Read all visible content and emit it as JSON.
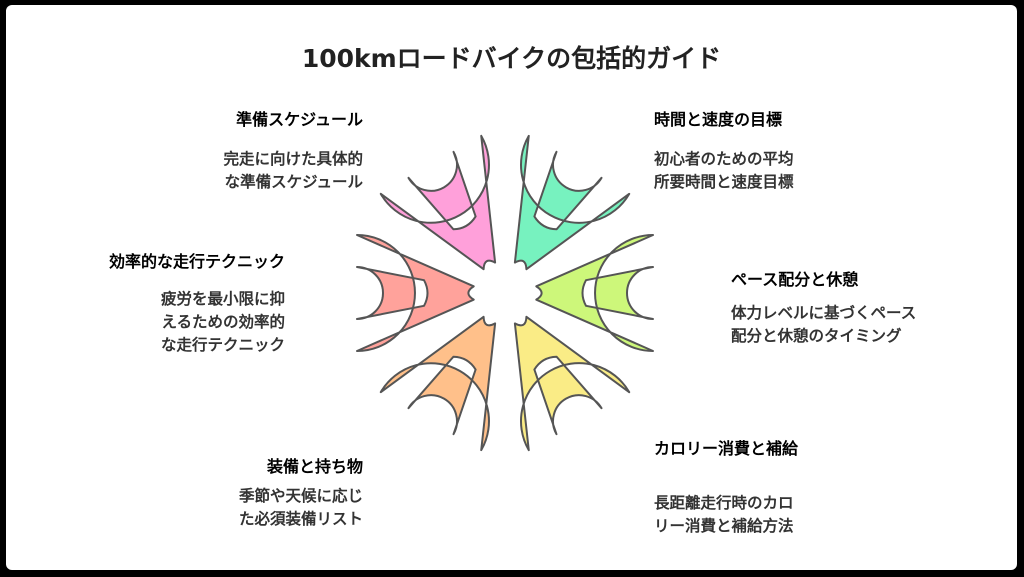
{
  "title": "100kmロードバイクの包括的ガイド",
  "colors": {
    "pink": "#FFA0DA",
    "green": "#77F2BF",
    "lime": "#CDF77A",
    "yellow": "#FAEC86",
    "orange": "#FFC08A",
    "salmon": "#FFA29B",
    "outline": "#555555"
  },
  "sections": [
    {
      "id": "prep",
      "title": "準備スケジュール",
      "title_color": "#E0489F",
      "lines": [
        "完走に向けた具体的",
        "な準備スケジュール"
      ]
    },
    {
      "id": "goal",
      "title": "時間と速度の目標",
      "title_color": "#2FBF87",
      "lines": [
        "初心者のための平均",
        "所要時間と速度目標"
      ]
    },
    {
      "id": "pace",
      "title": "ペース配分と休憩",
      "title_color": "#93C72E",
      "lines": [
        "体力レベルに基づくペース",
        "配分と休憩のタイミング"
      ]
    },
    {
      "id": "calorie",
      "title": "カロリー消費と補給",
      "title_color": "#DDBB22",
      "lines": [
        "長距離走行時のカロ",
        "リー消費と補給方法"
      ]
    },
    {
      "id": "gear",
      "title": "装備と持ち物",
      "title_color": "#E8913A",
      "lines": [
        "季節や天候に応じ",
        "た必須装備リスト"
      ]
    },
    {
      "id": "technique",
      "title": "効率的な走行テクニック",
      "title_color": "#E85A55",
      "lines": [
        "疲労を最小限に抑",
        "えるための効率的",
        "な走行テクニック"
      ]
    }
  ]
}
